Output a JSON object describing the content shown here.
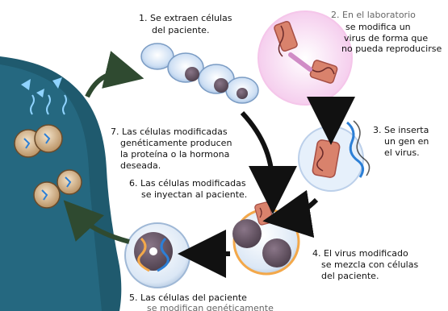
{
  "steps": {
    "s1": {
      "line1": "1. Se extraen células",
      "line2": "del paciente."
    },
    "s2": {
      "line1": "2. En el laboratorio",
      "line2": "se modifica un",
      "line3": "virus de forma que",
      "line4": "no pueda reproducirse"
    },
    "s3": {
      "line1": "3. Se inserta",
      "line2": "un gen en",
      "line3": "el virus."
    },
    "s4": {
      "line1": "4. El virus modificado",
      "line2": "se mezcla con células",
      "line3": "del paciente."
    },
    "s5": {
      "line1": "5. Las células del paciente",
      "line2": "se modifican genéticamente"
    },
    "s6": {
      "line1": "6. Las células modificadas",
      "line2": "se inyectan al paciente."
    },
    "s7": {
      "line1": "7. Las células modificadas",
      "line2": "genéticamente producen",
      "line3": "la proteína o la hormona",
      "line4": "deseada."
    }
  },
  "colors": {
    "body": "#1f5a6e",
    "body_highlight": "#2a7590",
    "cell_fill": "#c9dcf2",
    "nucleus": "#6a5a68",
    "virus_ring": "#f4c9e8",
    "arrow_dark": "#111111",
    "arrow_green": "#2f4a30",
    "dna_blue": "#2c7fd6",
    "orange_ring": "#f3a84a"
  }
}
